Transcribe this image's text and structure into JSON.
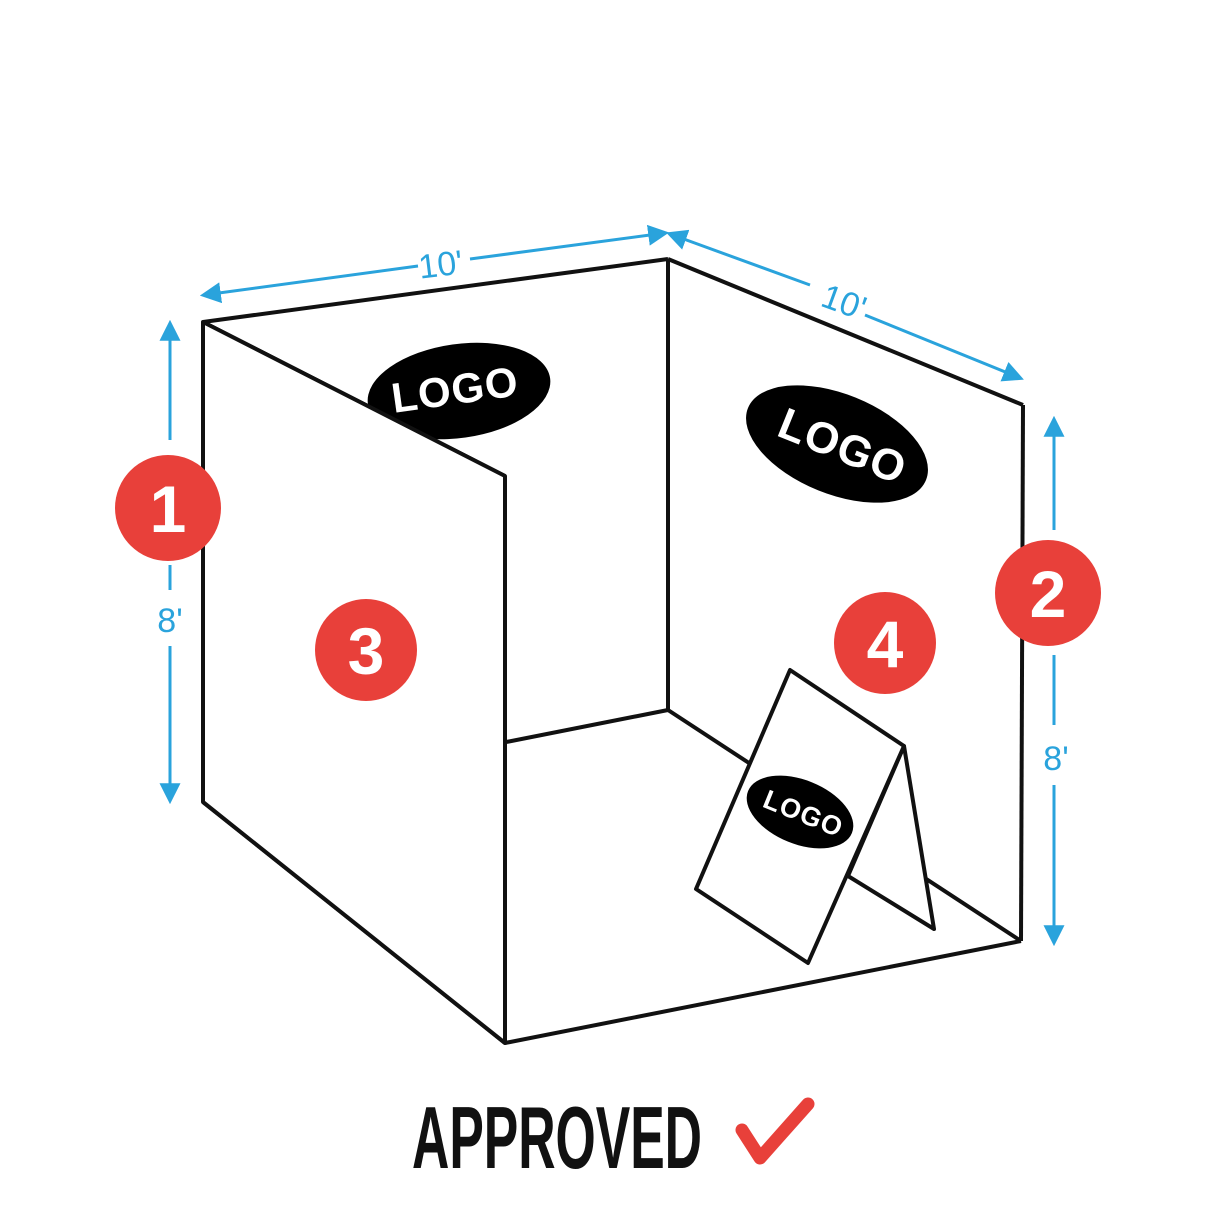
{
  "colors": {
    "outline": "#111111",
    "dimension": "#2aa3dc",
    "badge": "#e8403a",
    "check": "#e8403a",
    "logo_fill": "#000000"
  },
  "dimensions": {
    "back_left_width": "10'",
    "back_right_width": "10'",
    "left_height": "8'",
    "right_height": "8'"
  },
  "badges": {
    "left_wall": "1",
    "right_wall": "2",
    "side_panel": "3",
    "tent_sign": "4"
  },
  "logos": {
    "back_left": "LOGO",
    "back_right": "LOGO",
    "tent_sign": "LOGO"
  },
  "status": {
    "label": "APPROVED",
    "icon": "check-mark-icon"
  }
}
